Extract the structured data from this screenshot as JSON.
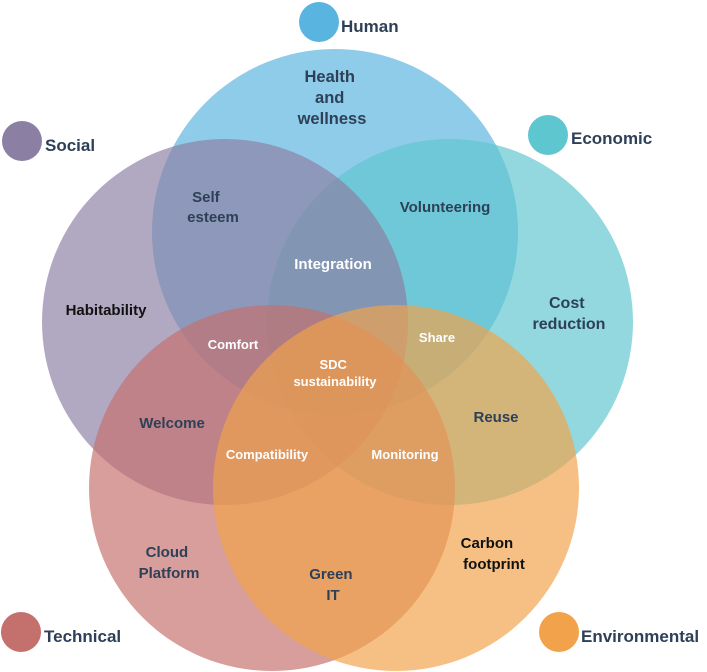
{
  "colors": {
    "human": "#5ab4e0",
    "economic": "#5ec6cf",
    "social": "#8c7fa4",
    "technical": "#c4706d",
    "environmental": "#f2a24a"
  },
  "legend": {
    "human": "Human",
    "economic": "Economic",
    "social": "Social",
    "technical": "Technical",
    "environmental": "Environmental"
  },
  "regions": {
    "health": [
      "Health",
      "and",
      "wellness"
    ],
    "self_esteem": [
      "Self",
      "esteem"
    ],
    "volunteering": "Volunteering",
    "integration": "Integration",
    "habitability": "Habitability",
    "cost_reduction": [
      "Cost",
      "reduction"
    ],
    "comfort": "Comfort",
    "share": "Share",
    "sdc": [
      "SDC",
      "sustainability"
    ],
    "welcome": "Welcome",
    "reuse": "Reuse",
    "compatibility": "Compatibility",
    "monitoring": "Monitoring",
    "cloud_platform": [
      "Cloud",
      "Platform"
    ],
    "carbon_footprint": [
      "Carbon",
      "footprint"
    ],
    "green_it": [
      "Green",
      "IT"
    ]
  }
}
